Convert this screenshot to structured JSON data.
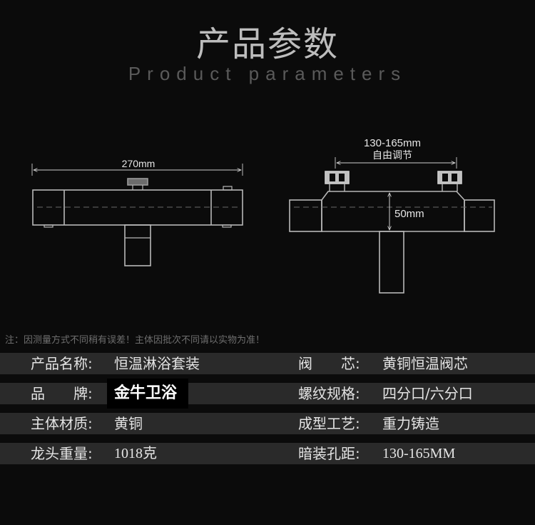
{
  "header": {
    "title": "产品参数",
    "subtitle": "Product parameters"
  },
  "drawing": {
    "front_width": "270mm",
    "side_spacing": "130-165mm",
    "side_spacing_note": "自由调节",
    "side_height": "50mm"
  },
  "note": "注：因测量方式不同稍有误差！主体因批次不同请以实物为准！",
  "params": [
    {
      "label1": "产品名称:",
      "value1": "恒温淋浴套装",
      "label2": "阀　　芯:",
      "value2": "黄铜恒温阀芯"
    },
    {
      "label1": "品　　牌:",
      "value1": "金牛卫浴",
      "label2": "螺纹规格:",
      "value2": "四分口/六分口"
    },
    {
      "label1": "主体材质:",
      "value1": "黄铜",
      "label2": "成型工艺:",
      "value2": "重力铸造"
    },
    {
      "label1": "龙头重量:",
      "value1": "1018克",
      "label2": "暗装孔距:",
      "value2": "130-165MM"
    }
  ]
}
